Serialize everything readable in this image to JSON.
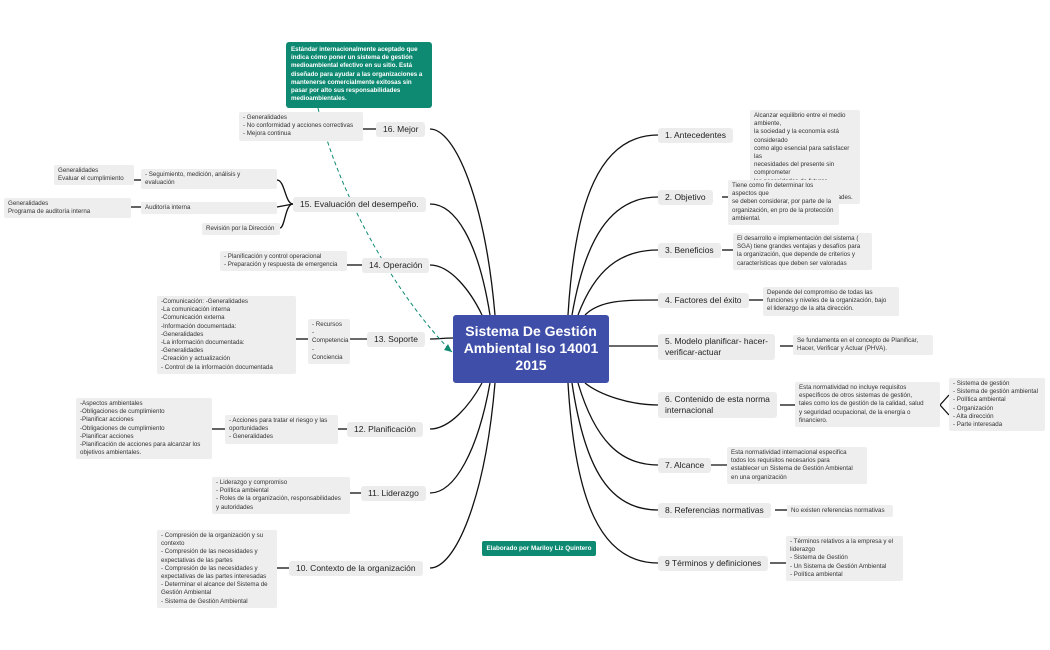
{
  "center": "Sistema De Gestión Ambiental Iso 14001 2015",
  "callout": "Estándar internacionalmente aceptado que indica cómo poner un sistema de gestión medioambiental efectivo en su sitio. Está diseñado para ayudar a las organizaciones a mantenerse comercialmente exitosas sin pasar por alto sus responsabilidades medioambientales.",
  "credit": "Elaborado por Mariloy Liz Quintero",
  "right": [
    {
      "label": "1. Antecedentes",
      "note": "Alcanzar equilibrio entre el medio ambiente,\nla sociedad y la economía está considerado\ncomo algo esencial para satisfacer las\nnecesidades del presente sin comprometer\nlas necesidades de futuras generaciones a la\nhora de satisfacer sus necesidades."
    },
    {
      "label": "2. Objetivo",
      "note": "Tiene como fin determinar los aspectos que\nse deben considerar, por parte de la\norganización, en pro de la protección\nambiental."
    },
    {
      "label": "3. Beneficios",
      "note": "El desarrollo e implementación del sistema (\nSGA) tiene grandes ventajas y desafíos para\nla organización, que depende de criterios y\ncaracterísticas que deben ser valoradas"
    },
    {
      "label": "4. Factores del éxito",
      "note": "Depende del compromiso de todas las\nfunciones y niveles de la organización, bajo\nel liderazgo de la alta dirección."
    },
    {
      "label": "5. Modelo planificar- hacer-\nverificar-actuar",
      "note": "Se fundamenta en el concepto de Planificar,\nHacer, Verificar y Actuar (PHVA)."
    },
    {
      "label": "6. Contenido de esta norma\ninternacional",
      "note": "Esta normatividad no incluye requisitos\nespecíficos de otros sistemas de gestión,\ntales como los de gestión de la calidad, salud\ny seguridad ocupacional, de la energía o\nfinanciero.",
      "sub": "- Sistema de gestión\n- Sistema de gestión ambiental\n- Política ambiental\n- Organización\n- Alta dirección\n- Parte interesada"
    },
    {
      "label": "7. Alcance",
      "note": "Esta normatividad internacional especifica\ntodos los requisitos necesarios para\nestablecer un Sistema de Gestión Ambiental\nen una organización"
    },
    {
      "label": "8. Referencias normativas",
      "note": "No existen referencias normativas"
    },
    {
      "label": "9 Términos y definiciones",
      "note": "- Términos relativos a la empresa y el\nliderazgo\n- Sistema de Gestión\n- Un Sistema de Gestión Ambiental\n- Política ambiental"
    }
  ],
  "left": {
    "t16": {
      "label": "16. Mejor",
      "note": "- Generalidades\n- No conformidad y acciones correctivas\n- Mejora continua"
    },
    "t15": {
      "label": "15. Evaluación del desempeño.",
      "b1": "- Seguimiento, medición, análisis y\nevaluación",
      "b1sub": "Generalidades\nEvaluar el cumplimiento",
      "b2": "Auditoría interna",
      "b2sub": "Generalidades\nPrograma de auditoría interna",
      "b3": "Revisión por la Dirección"
    },
    "t14": {
      "label": "14. Operación",
      "note": "- Planificación y control operacional\n- Preparación y respuesta de emergencia"
    },
    "t13": {
      "label": "13. Soporte",
      "b1": "- Recursos\n- Competencia\n- Conciencia",
      "b1sub": "-Comunicación: -Generalidades\n-La comunicación interna\n-Comunicación externa\n-Información documentada:\n    -Generalidades\n-La información documentada:\n  -Generalidades\n-Creación y actualización\n- Control de la información documentada"
    },
    "t12": {
      "label": "12. Planificación",
      "b1": "- Acciones para tratar el riesgo y las\noportunidades\n- Generalidades",
      "b1sub": "-Aspectos ambientales\n-Obligaciones de cumplimiento\n-Planificar acciones\n-Obligaciones de cumplimiento\n-Planificar acciones\n-Planificación de acciones para alcanzar los\nobjetivos ambientales."
    },
    "t11": {
      "label": "11. Liderazgo",
      "note": "- Liderazgo y compromiso\n- Política ambiental\n- Roles de la organización, responsabilidades\ny autoridades"
    },
    "t10": {
      "label": "10. Contexto de la organización",
      "note": "- Compresión de la organización y su\ncontexto\n- Compresión de las necesidades y\nexpectativas de las partes\n- Compresión de las necesidades y\nexpectativas de las partes interesadas\n- Determinar el alcance del Sistema de\nGestión Ambiental\n- Sistema de Gestión Ambiental"
    }
  }
}
